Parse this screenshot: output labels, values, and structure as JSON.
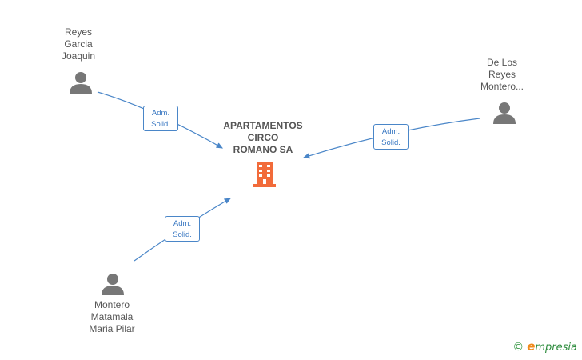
{
  "company": {
    "name": "APARTAMENTOS\nCIRCO\nROMANO SA",
    "icon": "building-icon",
    "color": "#f26b3a"
  },
  "people": [
    {
      "id": "reyes-garcia-joaquin",
      "name": "Reyes\nGarcia\nJoaquin",
      "icon": "person-icon"
    },
    {
      "id": "de-los-reyes-montero",
      "name": "De Los\nReyes\nMontero...",
      "icon": "person-icon"
    },
    {
      "id": "montero-matamala-maria-pilar",
      "name": "Montero\nMatamala\nMaria Pilar",
      "icon": "person-icon"
    }
  ],
  "relations": [
    {
      "line1": "Adm.",
      "line2": "Solid."
    },
    {
      "line1": "Adm.",
      "line2": "Solid."
    },
    {
      "line1": "Adm.",
      "line2": "Solid."
    }
  ],
  "footer": {
    "copyright": "©",
    "brand_first": "e",
    "brand_rest": "mpresia"
  },
  "colors": {
    "edge": "#4a86c8",
    "person": "#777777"
  }
}
